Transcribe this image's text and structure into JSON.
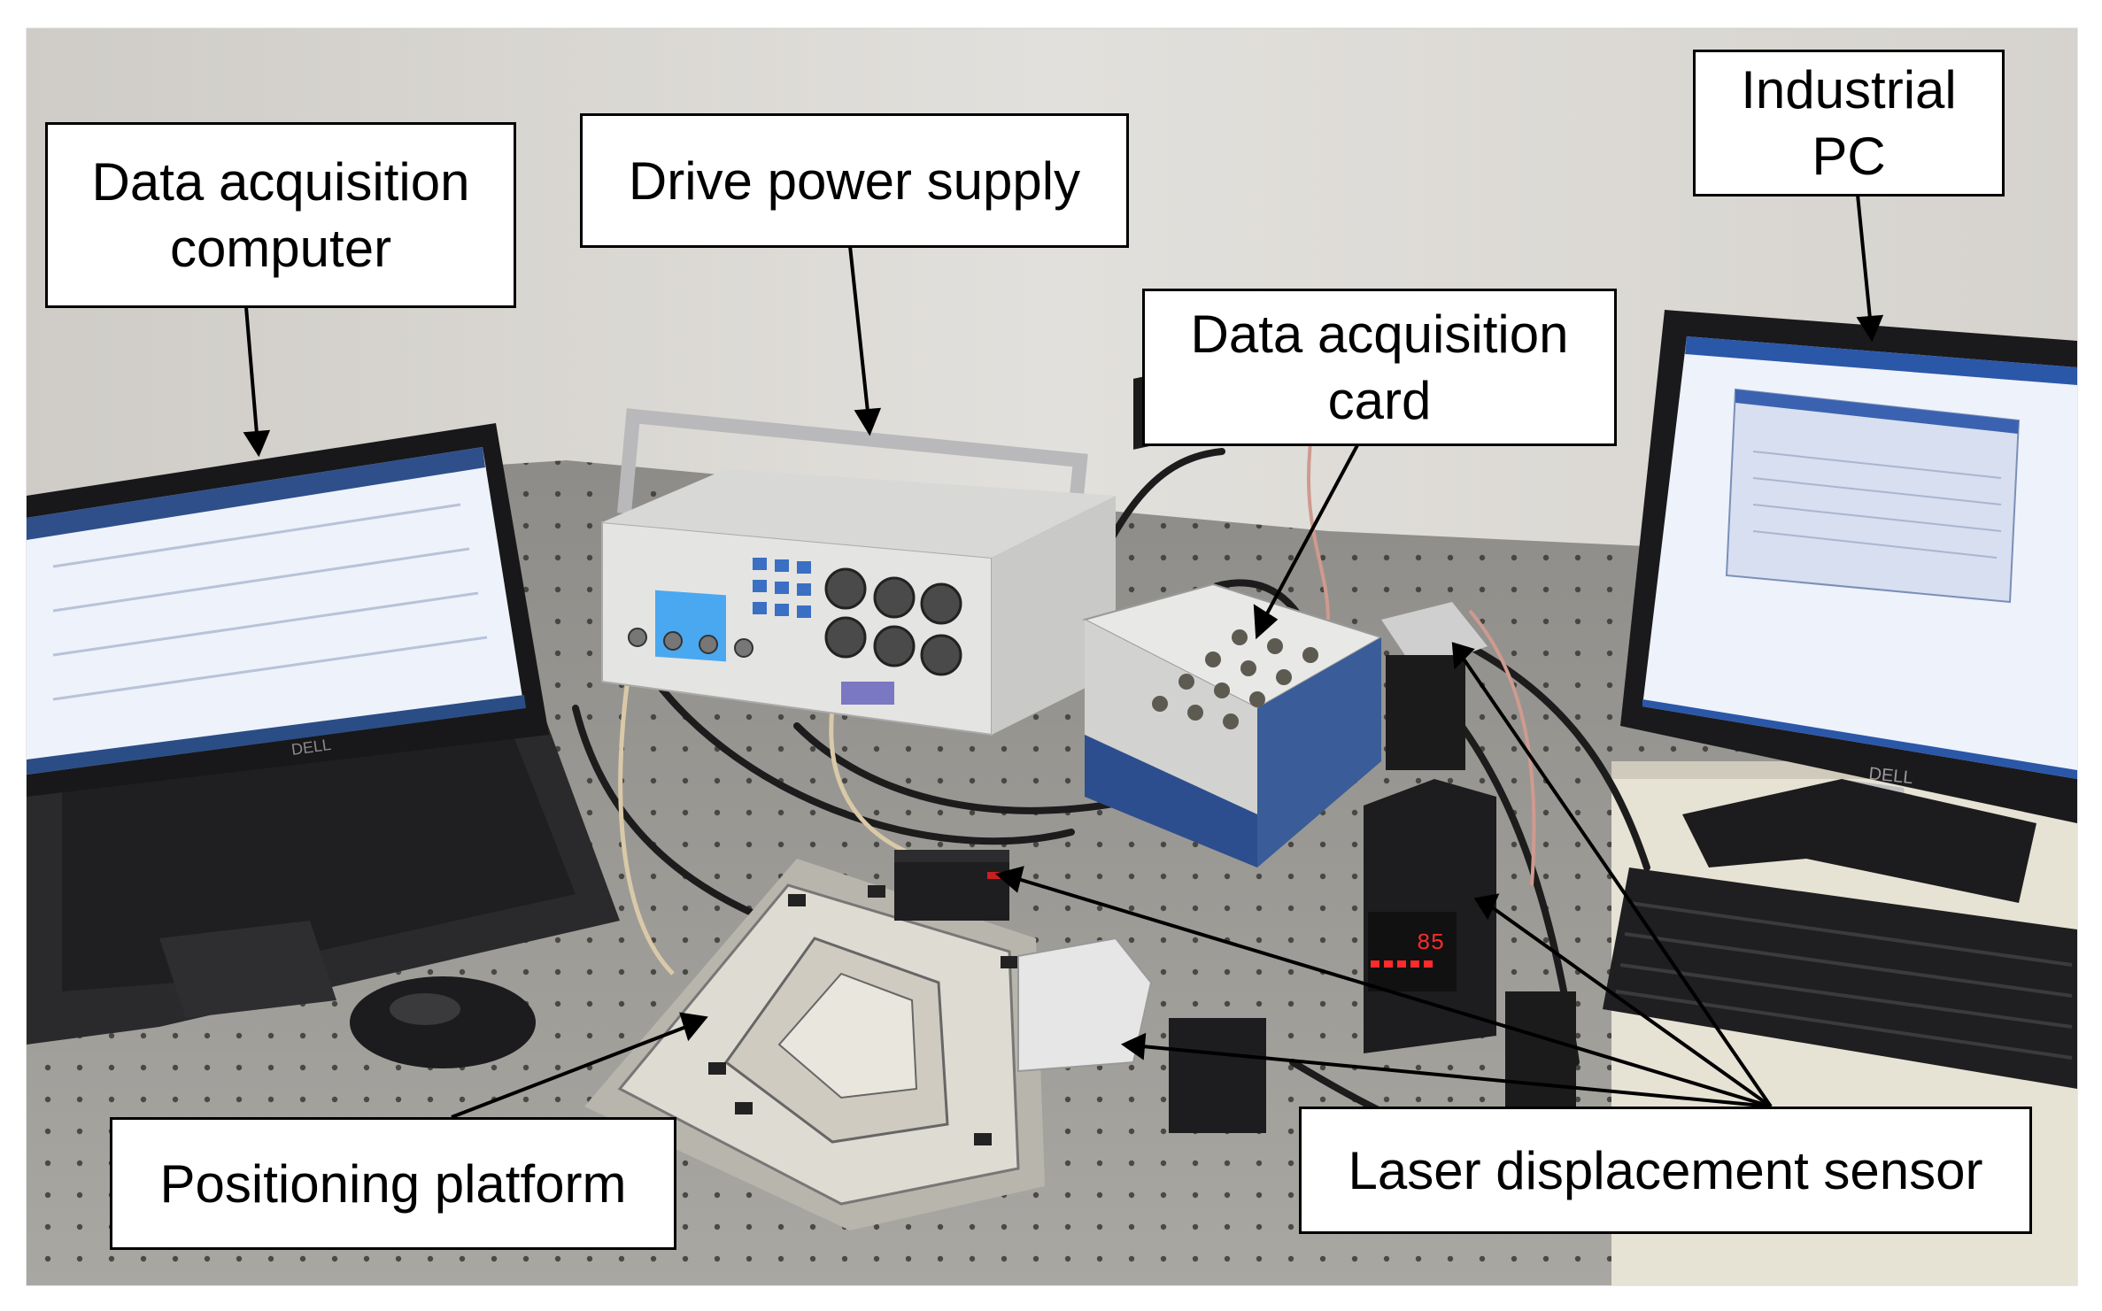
{
  "labels": {
    "data_acquisition_computer": "Data acquisition\ncomputer",
    "drive_power_supply": "Drive power supply",
    "data_acquisition_card": "Data acquisition\ncard",
    "industrial_pc": "Industrial\nPC",
    "positioning_platform": "Positioning platform",
    "laser_displacement_sensor": "Laser displacement sensor"
  },
  "device_text": {
    "laptop_brand": "DELL",
    "monitor_brand": "DELL",
    "controller_display": "85"
  },
  "colors": {
    "wall": "#d9d7d3",
    "table": "#9a9894",
    "annotation": "#000000",
    "screen": "#eef2fb",
    "card_blue": "#2d4e8e",
    "controller_red": "#ff2a2a"
  }
}
